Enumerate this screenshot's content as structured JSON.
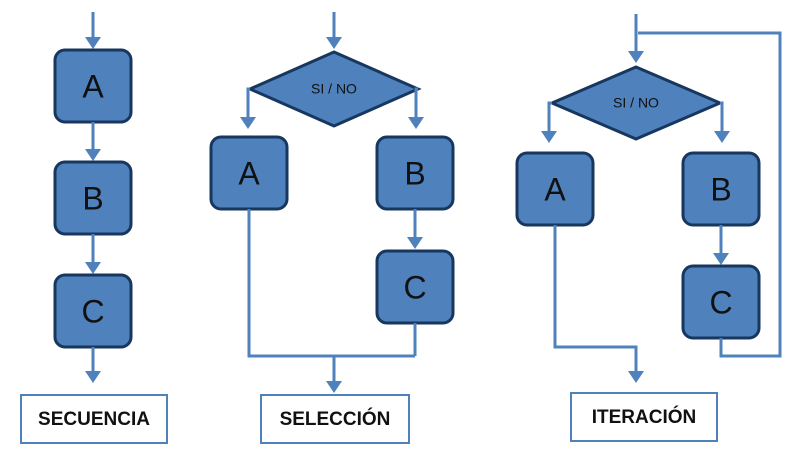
{
  "colors": {
    "fill": "#4f81bd",
    "border": "#17375e",
    "line": "#4f81bd"
  },
  "secuencia": {
    "box_a": "A",
    "box_b": "B",
    "box_c": "C",
    "label": "SECUENCIA"
  },
  "seleccion": {
    "decision": "SI / NO",
    "box_a": "A",
    "box_b": "B",
    "box_c": "C",
    "label": "SELECCIÓN"
  },
  "iteracion": {
    "decision": "SI / NO",
    "box_a": "A",
    "box_b": "B",
    "box_c": "C",
    "label": "ITERACIÓN"
  }
}
